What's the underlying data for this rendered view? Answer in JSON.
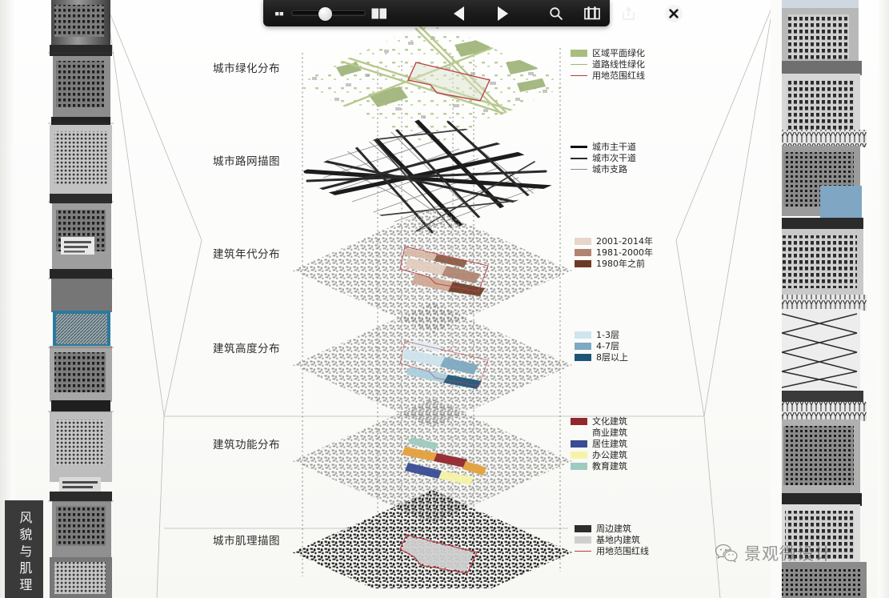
{
  "toolbar": {
    "zoom_out_label": "zoom-out",
    "zoom_in_label": "zoom-in",
    "slider_value": "28",
    "prev_label": "previous-page",
    "next_label": "next-page",
    "search_label": "search",
    "pages_label": "page-view",
    "share_label": "share",
    "close_label": "close"
  },
  "page": {
    "side_tab_text": "风貌与肌理",
    "watermark_text": "景观微设计"
  },
  "rows": [
    {
      "label": "城市绿化分布",
      "legend": [
        {
          "text": "区域平面绿化",
          "color": "#a9bd7e",
          "type": "block"
        },
        {
          "text": "道路线性绿化",
          "color": "#9fb96a",
          "type": "line"
        },
        {
          "text": "用地范围红线",
          "color": "#c0393f",
          "type": "line"
        }
      ]
    },
    {
      "label": "城市路网描图",
      "legend": [
        {
          "text": "城市主干道",
          "color": "#111111",
          "type": "line-thick"
        },
        {
          "text": "城市次干道",
          "color": "#2b2b2b",
          "type": "line-mid"
        },
        {
          "text": "城市支路",
          "color": "#8a8a8a",
          "type": "line"
        }
      ]
    },
    {
      "label": "建筑年代分布",
      "legend": [
        {
          "text": "2001-2014年",
          "color": "#e8d5cb",
          "type": "block"
        },
        {
          "text": "1981-2000年",
          "color": "#b08471",
          "type": "block"
        },
        {
          "text": "1980年之前",
          "color": "#6d3b25",
          "type": "block"
        }
      ]
    },
    {
      "label": "建筑高度分布",
      "legend": [
        {
          "text": "1-3层",
          "color": "#cfe4ee",
          "type": "block"
        },
        {
          "text": "4-7层",
          "color": "#7da9c2",
          "type": "block"
        },
        {
          "text": "8层以上",
          "color": "#1d5578",
          "type": "block"
        }
      ]
    },
    {
      "label": "建筑功能分布",
      "legend": [
        {
          "text": "文化建筑",
          "color": "#93282c",
          "type": "block"
        },
        {
          "text": "商业建筑",
          "color": "#e3a košice",
          "type": "block"
        },
        {
          "text": "居住建筑",
          "color": "#3a4c95",
          "type": "block"
        },
        {
          "text": "办公建筑",
          "color": "#f6f3a8",
          "type": "block"
        },
        {
          "text": "教育建筑",
          "color": "#9ecbc0",
          "type": "block"
        }
      ]
    },
    {
      "label": "城市肌理描图",
      "legend": [
        {
          "text": "周边建筑",
          "color": "#2e2e2e",
          "type": "block"
        },
        {
          "text": "基地内建筑",
          "color": "#cfcfcf",
          "type": "block"
        },
        {
          "text": "用地范围红线",
          "color": "#c0393f",
          "type": "line"
        }
      ]
    }
  ]
}
